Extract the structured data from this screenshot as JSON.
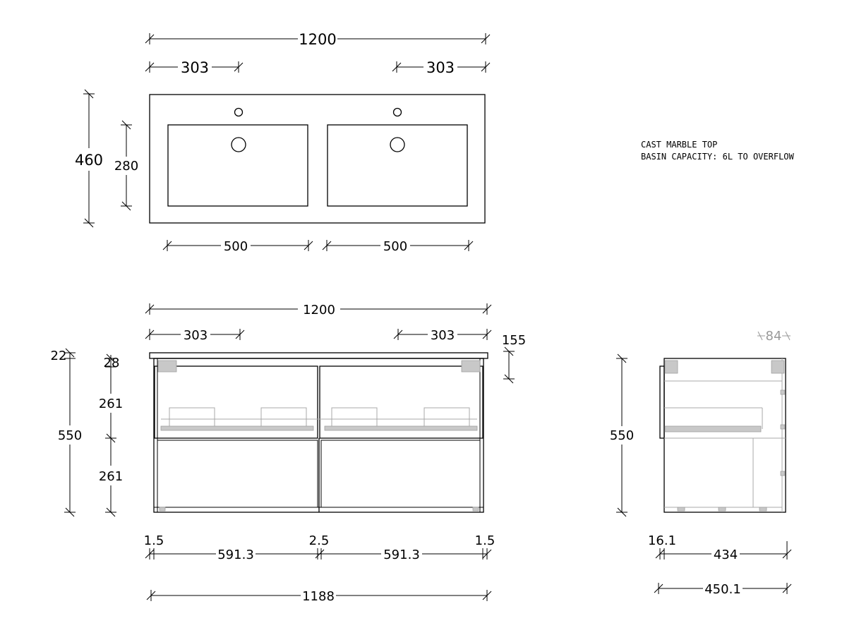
{
  "top_view": {
    "width": "1200",
    "tap_offset_left": "303",
    "tap_offset_right": "303",
    "depth": "460",
    "basin_depth": "280",
    "basin_width_left": "500",
    "basin_width_right": "500"
  },
  "notes": {
    "line1": "CAST MARBLE TOP",
    "line2": "BASIN CAPACITY: 6L TO OVERFLOW"
  },
  "front_view": {
    "width": "1200",
    "tap_offset_left": "303",
    "tap_offset_right": "303",
    "overhang": "155",
    "top_thickness": "22",
    "panel_thickness": "28",
    "drawer_upper": "261",
    "drawer_lower": "261",
    "height": "550",
    "gap_left": "1.5",
    "gap_center": "2.5",
    "gap_right": "1.5",
    "drawer_width_left": "591.3",
    "drawer_width_right": "591.3",
    "cabinet_width": "1188"
  },
  "side_view": {
    "top_offset": "84",
    "height": "550",
    "front_thickness": "16.1",
    "body_depth": "434",
    "total_depth": "450.1"
  }
}
